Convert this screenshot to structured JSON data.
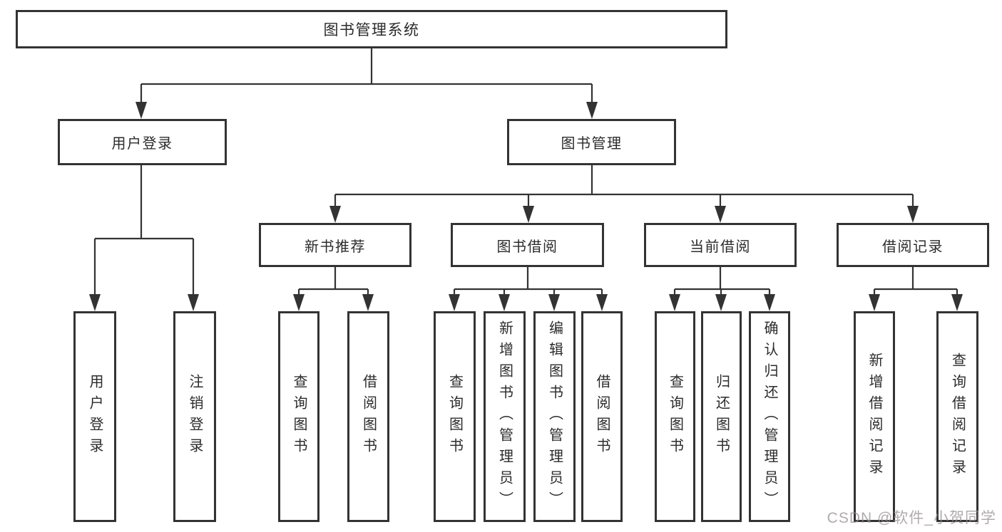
{
  "diagram": {
    "root": {
      "label": "图书管理系统"
    },
    "branches": [
      {
        "label": "用户登录",
        "children": [
          {
            "label": "用户登录"
          },
          {
            "label": "注销登录"
          }
        ]
      },
      {
        "label": "图书管理",
        "children": [
          {
            "label": "新书推荐",
            "children": [
              {
                "label": "查询图书"
              },
              {
                "label": "借阅图书"
              }
            ]
          },
          {
            "label": "图书借阅",
            "children": [
              {
                "label": "查询图书"
              },
              {
                "label": "新增图书（管理员）"
              },
              {
                "label": "编辑图书（管理员）"
              },
              {
                "label": "借阅图书"
              }
            ]
          },
          {
            "label": "当前借阅",
            "children": [
              {
                "label": "查询图书"
              },
              {
                "label": "归还图书"
              },
              {
                "label": "确认归还（管理员）"
              }
            ]
          },
          {
            "label": "借阅记录",
            "children": [
              {
                "label": "新增借阅记录"
              },
              {
                "label": "查询借阅记录"
              }
            ]
          }
        ]
      }
    ]
  },
  "watermark": {
    "text": "CSDN @软件_小贺同学"
  },
  "colors": {
    "line": "#333333",
    "text": "#2b2b2b",
    "box_background": "#ffffff",
    "watermark": "#968f8f"
  }
}
